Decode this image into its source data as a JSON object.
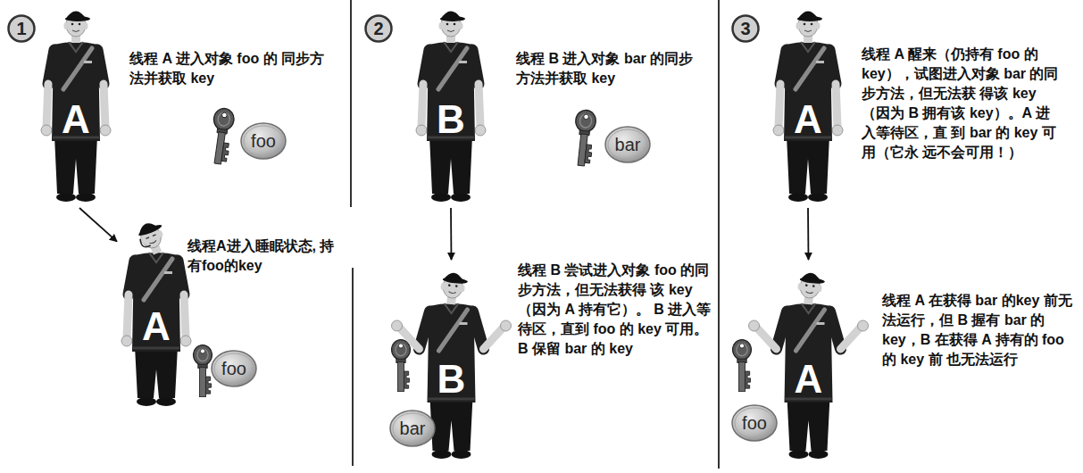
{
  "diagram": {
    "nodes": [
      {
        "text": [
          "1"
        ]
      },
      {
        "text": [
          "A"
        ]
      },
      {
        "text": [
          "foo"
        ]
      },
      {
        "text": [
          "A"
        ]
      },
      {
        "text": [
          "foo"
        ]
      },
      {
        "text": [
          "2"
        ]
      },
      {
        "text": [
          "B"
        ]
      },
      {
        "text": [
          "bar"
        ]
      },
      {
        "text": [
          "B"
        ]
      },
      {
        "text": [
          "bar"
        ]
      },
      {
        "text": [
          "3"
        ]
      },
      {
        "text": [
          "A"
        ]
      },
      {
        "text": [
          "A"
        ]
      },
      {
        "text": [
          "foo"
        ]
      }
    ],
    "edges": [
      {
        "from": 1,
        "to": 3,
        "arrow": "to"
      },
      {
        "from": 6,
        "to": 8,
        "arrow": "to"
      },
      {
        "from": 11,
        "to": 12,
        "arrow": "to"
      }
    ],
    "labels": [
      "线程 A 进入对象 foo 的 同步方法并获取 key",
      "线程A进入睡眠状态, 持有foo的key",
      "线程 B 进入对象 bar 的同步方法并获取 key",
      "线程 B 尝试进入对象 foo 的同步方法，但无法获得 该 key（因为 A 持有它）。 B 进入等待区，直到 foo 的 key 可用。B 保留 bar 的 key",
      "线程 A 醒来（仍持有 foo 的 key），试图进入对象 bar 的同步方法，但无法获 得该 key（因为 B 拥有该 key）。A 进入等待区，直 到 bar 的 key 可用（它永 远不会可用！）",
      "线程 A 在获得 bar 的key 前无法运行，但 B 握有 bar 的 key，B 在获得 A 持有的 foo 的 key 前 也无法运行"
    ]
  }
}
